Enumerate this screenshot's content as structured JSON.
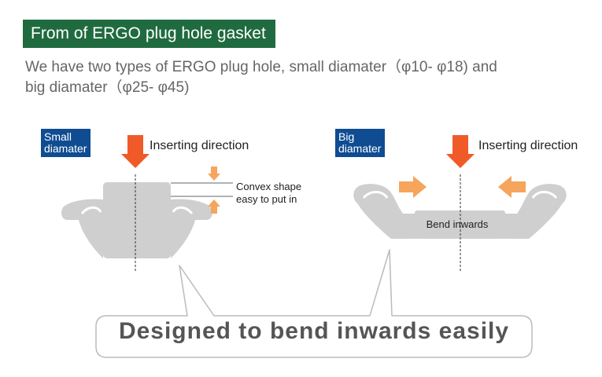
{
  "title": "From of ERGO plug hole gasket",
  "description": {
    "line1": "We have two types of ERGO plug hole, small diamater（φ10- φ18) and",
    "line2": "big diamater（φ25- φ45)"
  },
  "small": {
    "tag": [
      "Small",
      "diamater"
    ],
    "direction": "Inserting direction",
    "note": [
      "Convex shape",
      "easy to put in"
    ]
  },
  "big": {
    "tag": [
      "Big",
      "diamater"
    ],
    "direction": "Inserting direction",
    "bend": "Bend inwards"
  },
  "callout": "Designed to bend inwards easily",
  "colors": {
    "banner": "#1f6b3f",
    "tag": "#0f4c92",
    "arrow_main": "#f05a28",
    "arrow_side": "#f5a55c",
    "gasket": "#cfcfcf"
  }
}
